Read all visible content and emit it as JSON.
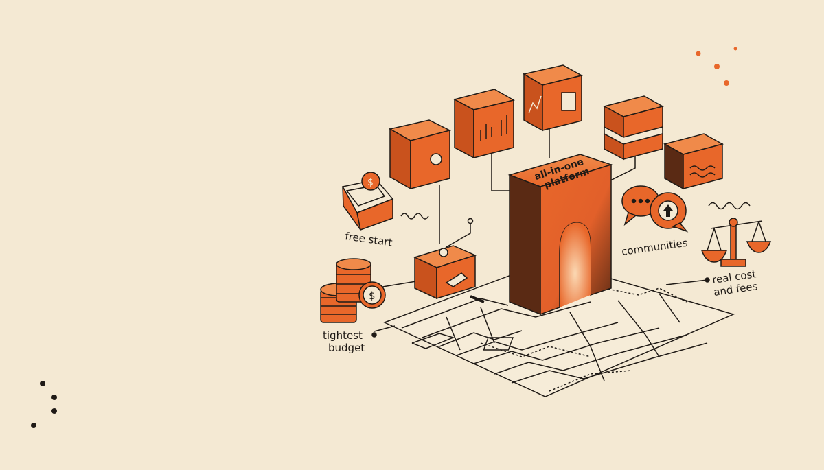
{
  "labels": {
    "platform_line1": "all-in-one",
    "platform_line2": "platform",
    "free_start": "free start",
    "communities": "communities",
    "tightest_line1": "tightest",
    "tightest_line2": "budget",
    "real_cost_line1": "real cost",
    "real_cost_line2": "and fees"
  },
  "colors": {
    "background": "#f4e9d3",
    "accent": "#e8672a",
    "ink": "#1f1a16"
  },
  "icons": [
    "envelope-dollar-icon",
    "coin-stack-icon",
    "chat-bubbles-icon",
    "balance-scale-icon",
    "arch-platform-icon",
    "app-block-icon",
    "city-map-icon"
  ]
}
